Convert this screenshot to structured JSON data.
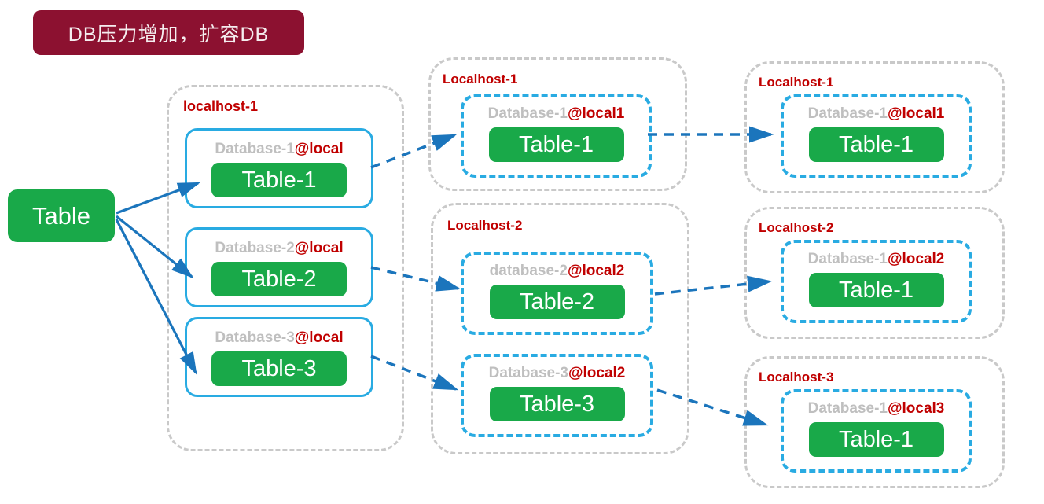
{
  "banner": {
    "label": "DB压力增加，扩容DB"
  },
  "source": {
    "label": "Table"
  },
  "colors": {
    "banner-bg": "#8C1130",
    "banner-text": "#F5EDEF",
    "green": "#19A949",
    "blue-border": "#29ABE2",
    "arrow-blue": "#1B75BC",
    "gray-dash": "#C9C9C9",
    "gray-text": "#BFBFBF",
    "red-text": "#C00000",
    "white": "#FFFFFF"
  },
  "columns": [
    {
      "hosts": [
        {
          "label": "localhost-1",
          "databases": [
            {
              "name": "Database-1",
              "at": "@local",
              "table": "Table-1"
            },
            {
              "name": "Database-2",
              "at": "@local",
              "table": "Table-2"
            },
            {
              "name": "Database-3",
              "at": "@local",
              "table": "Table-3"
            }
          ]
        }
      ]
    },
    {
      "hosts": [
        {
          "label": "Localhost-1",
          "databases": [
            {
              "name": "Database-1",
              "at": "@local1",
              "table": "Table-1"
            }
          ]
        },
        {
          "label": "Localhost-2",
          "databases": [
            {
              "name": "database-2",
              "at": "@local2",
              "table": "Table-2"
            },
            {
              "name": "Database-3",
              "at": "@local2",
              "table": "Table-3"
            }
          ]
        }
      ]
    },
    {
      "hosts": [
        {
          "label": "Localhost-1",
          "databases": [
            {
              "name": "Database-1",
              "at": "@local1",
              "table": "Table-1"
            }
          ]
        },
        {
          "label": "Localhost-2",
          "databases": [
            {
              "name": "Database-1",
              "at": "@local2",
              "table": "Table-1"
            }
          ]
        },
        {
          "label": "Localhost-3",
          "databases": [
            {
              "name": "Database-1",
              "at": "@local3",
              "table": "Table-1"
            }
          ]
        }
      ]
    }
  ],
  "connections": [
    {
      "from": "Table",
      "to": "localhost-1 / Database-1 / Table-1",
      "style": "solid"
    },
    {
      "from": "Table",
      "to": "localhost-1 / Database-2 / Table-2",
      "style": "solid"
    },
    {
      "from": "Table",
      "to": "localhost-1 / Database-3 / Table-3",
      "style": "solid"
    },
    {
      "from": "localhost-1 / Database-1@local",
      "to": "Localhost-1 / Database-1@local1",
      "style": "dashed"
    },
    {
      "from": "localhost-1 / Database-2@local",
      "to": "Localhost-2 / database-2@local2",
      "style": "dashed"
    },
    {
      "from": "localhost-1 / Database-3@local",
      "to": "Localhost-2 / Database-3@local2",
      "style": "dashed"
    },
    {
      "from": "Localhost-1 / Database-1@local1",
      "to": "Localhost-1 / Database-1@local1",
      "style": "dashed"
    },
    {
      "from": "Localhost-2 / database-2@local2",
      "to": "Localhost-2 / Database-1@local2",
      "style": "dashed"
    },
    {
      "from": "Localhost-2 / Database-3@local2",
      "to": "Localhost-3 / Database-1@local3",
      "style": "dashed"
    }
  ]
}
